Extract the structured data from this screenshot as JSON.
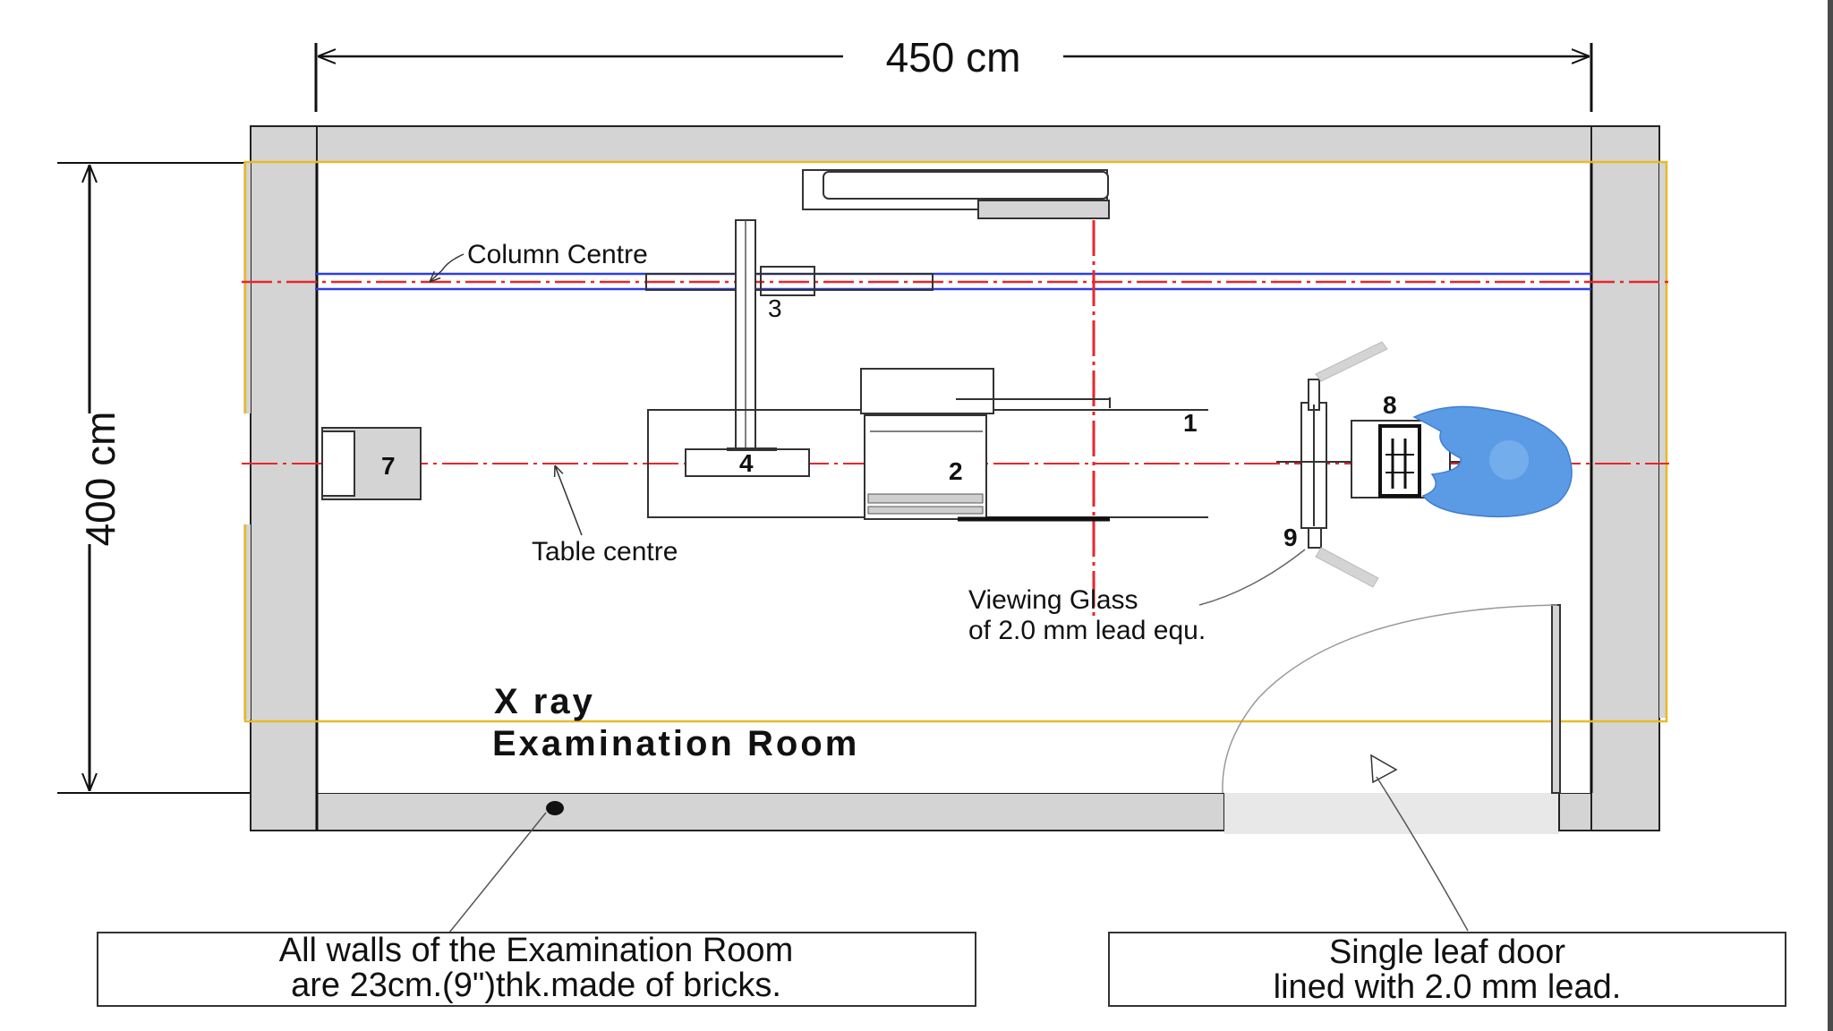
{
  "dimensions": {
    "width": "450 cm",
    "height": "400 cm"
  },
  "labels": {
    "column_centre": "Column Centre",
    "table_centre": "Table centre",
    "viewing_glass_line1": "Viewing Glass",
    "viewing_glass_line2": "of 2.0 mm lead equ.",
    "room_title_line1": "X ray",
    "room_title_line2": "Examination Room"
  },
  "equipment_numbers": [
    "1",
    "2",
    "3",
    "4",
    "7",
    "8",
    "9"
  ],
  "notes": {
    "walls_line1": "All walls of the Examination Room",
    "walls_line2": "are 23cm.(9\")thk.made of bricks.",
    "door_line1": "Single leaf door",
    "door_line2": "lined with 2.0 mm lead."
  },
  "colors": {
    "wall": "#d4d4d4",
    "centre_line": "#e8262b",
    "column_line": "#2b3ee0",
    "outline": "#e8b92a",
    "operator": "#5b9be6"
  }
}
